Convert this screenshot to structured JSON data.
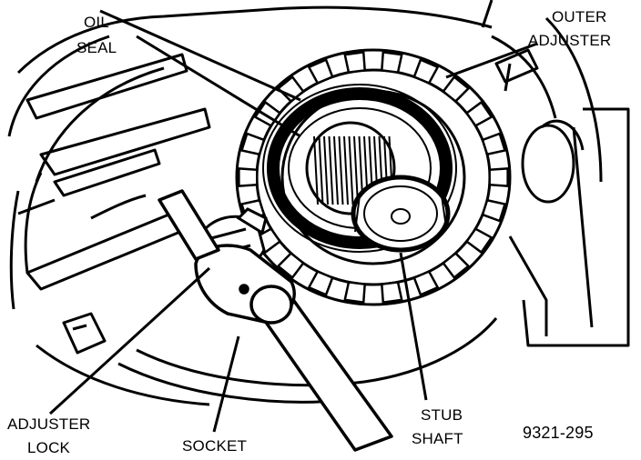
{
  "labels": {
    "oil_seal_line1": "OIL",
    "oil_seal_line2": "SEAL",
    "outer_adjuster_line1": "OUTER",
    "outer_adjuster_line2": "ADJUSTER",
    "adjuster_lock_line1": "ADJUSTER",
    "adjuster_lock_line2": "LOCK",
    "socket": "SOCKET",
    "stub_shaft_line1": "STUB",
    "stub_shaft_line2": "SHAFT",
    "figure_number": "9321-295"
  }
}
